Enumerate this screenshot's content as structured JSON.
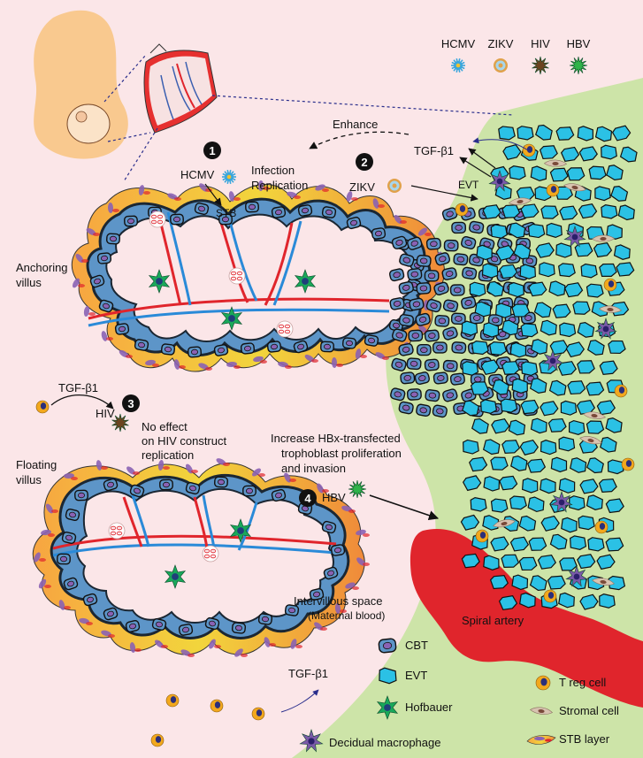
{
  "virus_key": {
    "items": [
      {
        "label": "HCMV",
        "color": "#3aa6dc"
      },
      {
        "label": "ZIKV",
        "color": "#e0a14a"
      },
      {
        "label": "HIV",
        "color": "#6b4420"
      },
      {
        "label": "HBV",
        "color": "#2fb34a"
      }
    ]
  },
  "mechanisms": {
    "step1": {
      "number": "1",
      "virus": "HCMV",
      "action_line1": "Infection",
      "action_line2": "Replication",
      "target": "STB"
    },
    "step2": {
      "number": "2",
      "virus": "ZIKV",
      "target": "EVT",
      "mediator": "TGF-β1",
      "effect": "Enhance"
    },
    "step3": {
      "number": "3",
      "mediator": "TGF-β1",
      "virus": "HIV",
      "effect_line1": "No effect",
      "effect_line2": "on HIV construct",
      "effect_line3": "replication"
    },
    "step4": {
      "number": "4",
      "virus": "HBV",
      "effect_line1": "Increase HBx-transfected",
      "effect_line2": "trophoblast proliferation",
      "effect_line3": "and invasion"
    }
  },
  "regions": {
    "anchoring_line1": "Anchoring",
    "anchoring_line2": "villus",
    "floating_line1": "Floating",
    "floating_line2": "villus",
    "intervillous_line1": "Intervillous space",
    "intervillous_line2": "(Maternal blood)",
    "spiral_artery": "Spiral artery",
    "bottom_tgf": "TGF-β1"
  },
  "legend": {
    "cbt": "CBT",
    "evt": "EVT",
    "hofbauer": "Hofbauer",
    "decidual": "Decidual macrophage",
    "treg": "T reg cell",
    "stromal": "Stromal cell",
    "stb": "STB layer"
  },
  "colors": {
    "background": "#fbe6e8",
    "decidua": "#cde4a8",
    "spiral_artery": "#e0252c",
    "cbt_cell": "#5d95c8",
    "evt_cell": "#2bc1e5",
    "hofbauer": "#19a85a",
    "decidual_macrophage": "#7a5aa8",
    "treg": "#f2a81d",
    "stromal": "#d8c3b0"
  }
}
